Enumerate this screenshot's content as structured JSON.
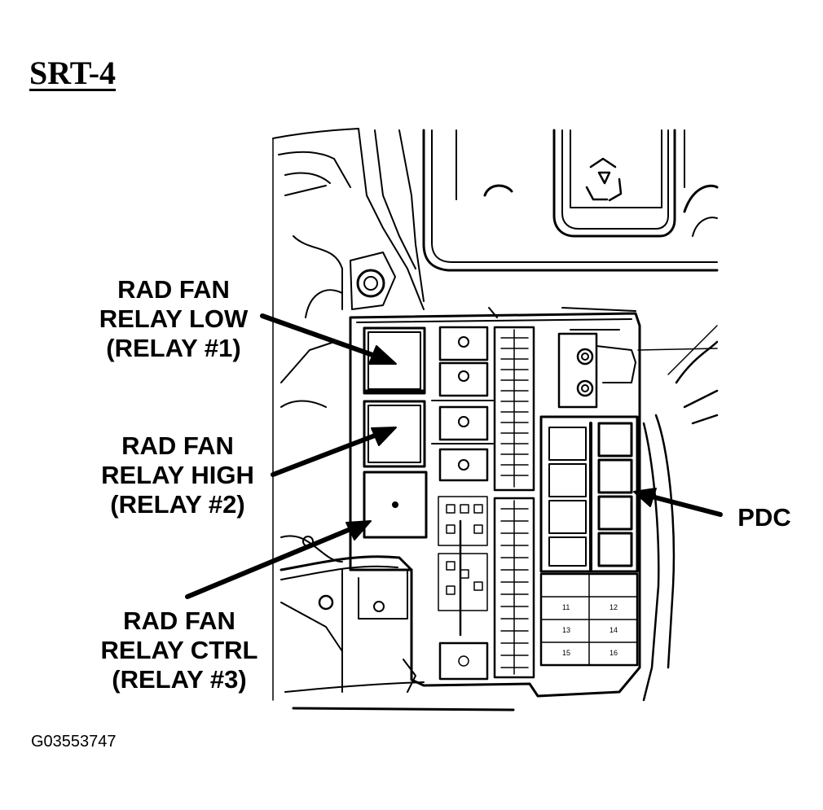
{
  "title": "SRT-4",
  "callouts": {
    "relay_low": {
      "line1": "RAD FAN",
      "line2": "RELAY LOW",
      "line3": "(RELAY #1)"
    },
    "relay_high": {
      "line1": "RAD FAN",
      "line2": "RELAY HIGH",
      "line3": "(RELAY #2)"
    },
    "relay_ctrl": {
      "line1": "RAD FAN",
      "line2": "RELAY CTRL",
      "line3": "(RELAY #3)"
    },
    "pdc": "PDC"
  },
  "fuse_numbers": [
    "15",
    "16",
    "13",
    "14",
    "11",
    "12"
  ],
  "figure_id": "G03553747",
  "colors": {
    "ink": "#000000",
    "paper": "#ffffff"
  }
}
